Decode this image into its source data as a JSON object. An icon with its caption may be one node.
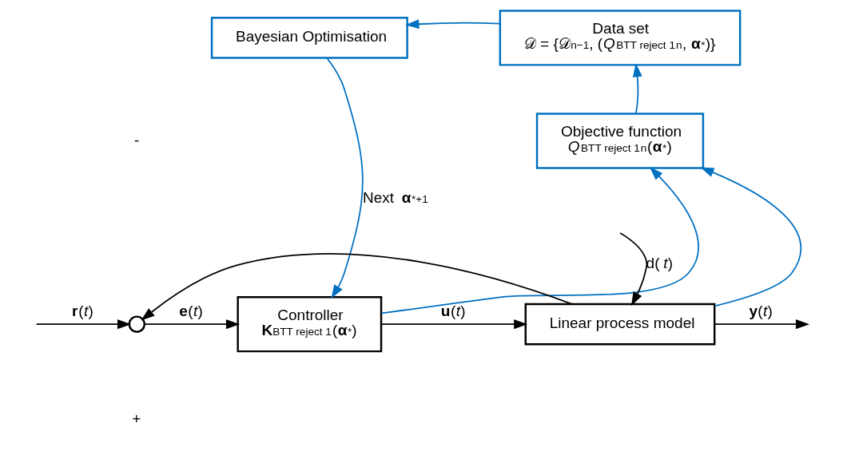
{
  "diagram": {
    "nodes": [
      {
        "text": [
          "Bayesian Optimisation"
        ]
      },
      {
        "text": [
          "Data set",
          "𝒟 = {𝒟$_{n−1}$, (*Q*$_{BTT reject 1}$$_{n}$, **α**$_{*}$)}"
        ]
      },
      {
        "text": [
          "Objective function",
          "*Q*$_{BTT reject 1}$$_{n}$(**α**$_{*}$)"
        ]
      },
      {
        "text": [
          "Controller",
          "**K**$_{BTT reject 1}$(**α**$_{*}$)"
        ]
      },
      {
        "text": [
          "Linear process model"
        ]
      },
      {
        "text": [],
        "shape": "circle"
      }
    ],
    "edges": [
      {
        "from": null,
        "to": 5,
        "arrow": "to",
        "label": "**r**(*t*)"
      },
      {
        "from": 5,
        "to": 3,
        "arrow": "to",
        "label": "**e**(*t*)"
      },
      {
        "from": 3,
        "to": 4,
        "arrow": "to",
        "label": "**u**(*t*)"
      },
      {
        "from": 4,
        "to": null,
        "arrow": "to",
        "label": "**y**(*t*)"
      },
      {
        "from": 4,
        "to": 5,
        "arrow": "to"
      },
      {
        "from": null,
        "to": 4,
        "arrow": "to",
        "label": "d(*t*)"
      },
      {
        "from": 3,
        "to": 2,
        "arrow": "to",
        "color": "#0070c0"
      },
      {
        "from": 4,
        "to": 2,
        "arrow": "to",
        "color": "#0070c0"
      },
      {
        "from": 2,
        "to": 1,
        "arrow": "to",
        "color": "#0070c0"
      },
      {
        "from": 1,
        "to": 0,
        "arrow": "to",
        "color": "#0070c0"
      },
      {
        "from": 0,
        "to": 3,
        "arrow": "to",
        "color": "#0070c0",
        "label": "Next **α**$_{*+1}$"
      }
    ],
    "labels": [
      "-",
      "+"
    ]
  }
}
